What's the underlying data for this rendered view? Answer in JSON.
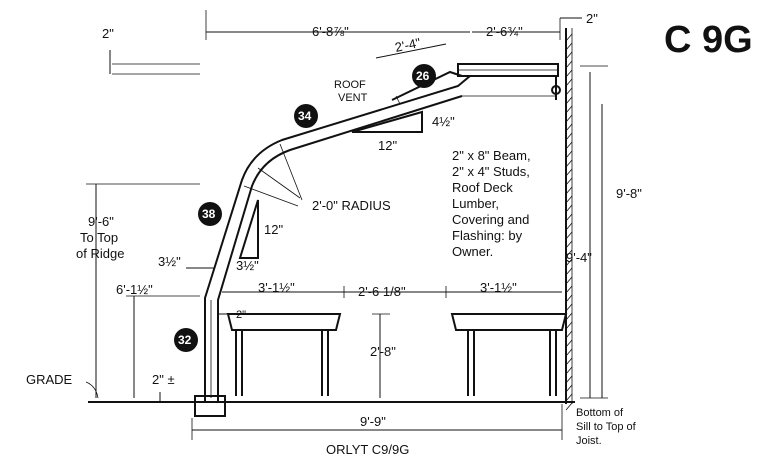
{
  "model_code": "C 9G",
  "caption": "ORLYT C9/9G",
  "callouts": {
    "n26": "26",
    "n34": "34",
    "n38": "38",
    "n32": "32"
  },
  "labels": {
    "roof_vent": "ROOF\nVENT",
    "radius": "2'-0\" RADIUS",
    "grade": "GRADE",
    "to_top_of_ridge": "9'-6\"\nTo Top\nof Ridge",
    "note": "2\" x 8\" Beam,\n2\" x 4\" Studs,\nRoof Deck\nLumber,\nCovering and\nFlashing: by\nOwner.",
    "bottom_note": "Bottom of\nSill to Top of\nJoist."
  },
  "dimensions": {
    "top_left_2": "2\"",
    "top_right_2": "2\"",
    "span_top": "6'-8⅞\"",
    "span_right": "2'-6¾\"",
    "vent_width": "2'-4\"",
    "roof_pitch_rise": "4½\"",
    "roof_pitch_run": "12\"",
    "wall_pitch_rise": "12\"",
    "wall_pitch_run": "3½\"",
    "eave_offset": "3½\"",
    "left_height": "6'-1½\"",
    "bench_left": "3'-1½\"",
    "aisle": "2'-6 1/8\"",
    "bench_right": "3'-1½\"",
    "bench_edge": "2\"",
    "bench_height": "2'-8\"",
    "grade_offset": "2\" ±",
    "overall_width": "9'-9\"",
    "right_height_outer": "9'-8\"",
    "right_height_inner": "9'-4\""
  }
}
